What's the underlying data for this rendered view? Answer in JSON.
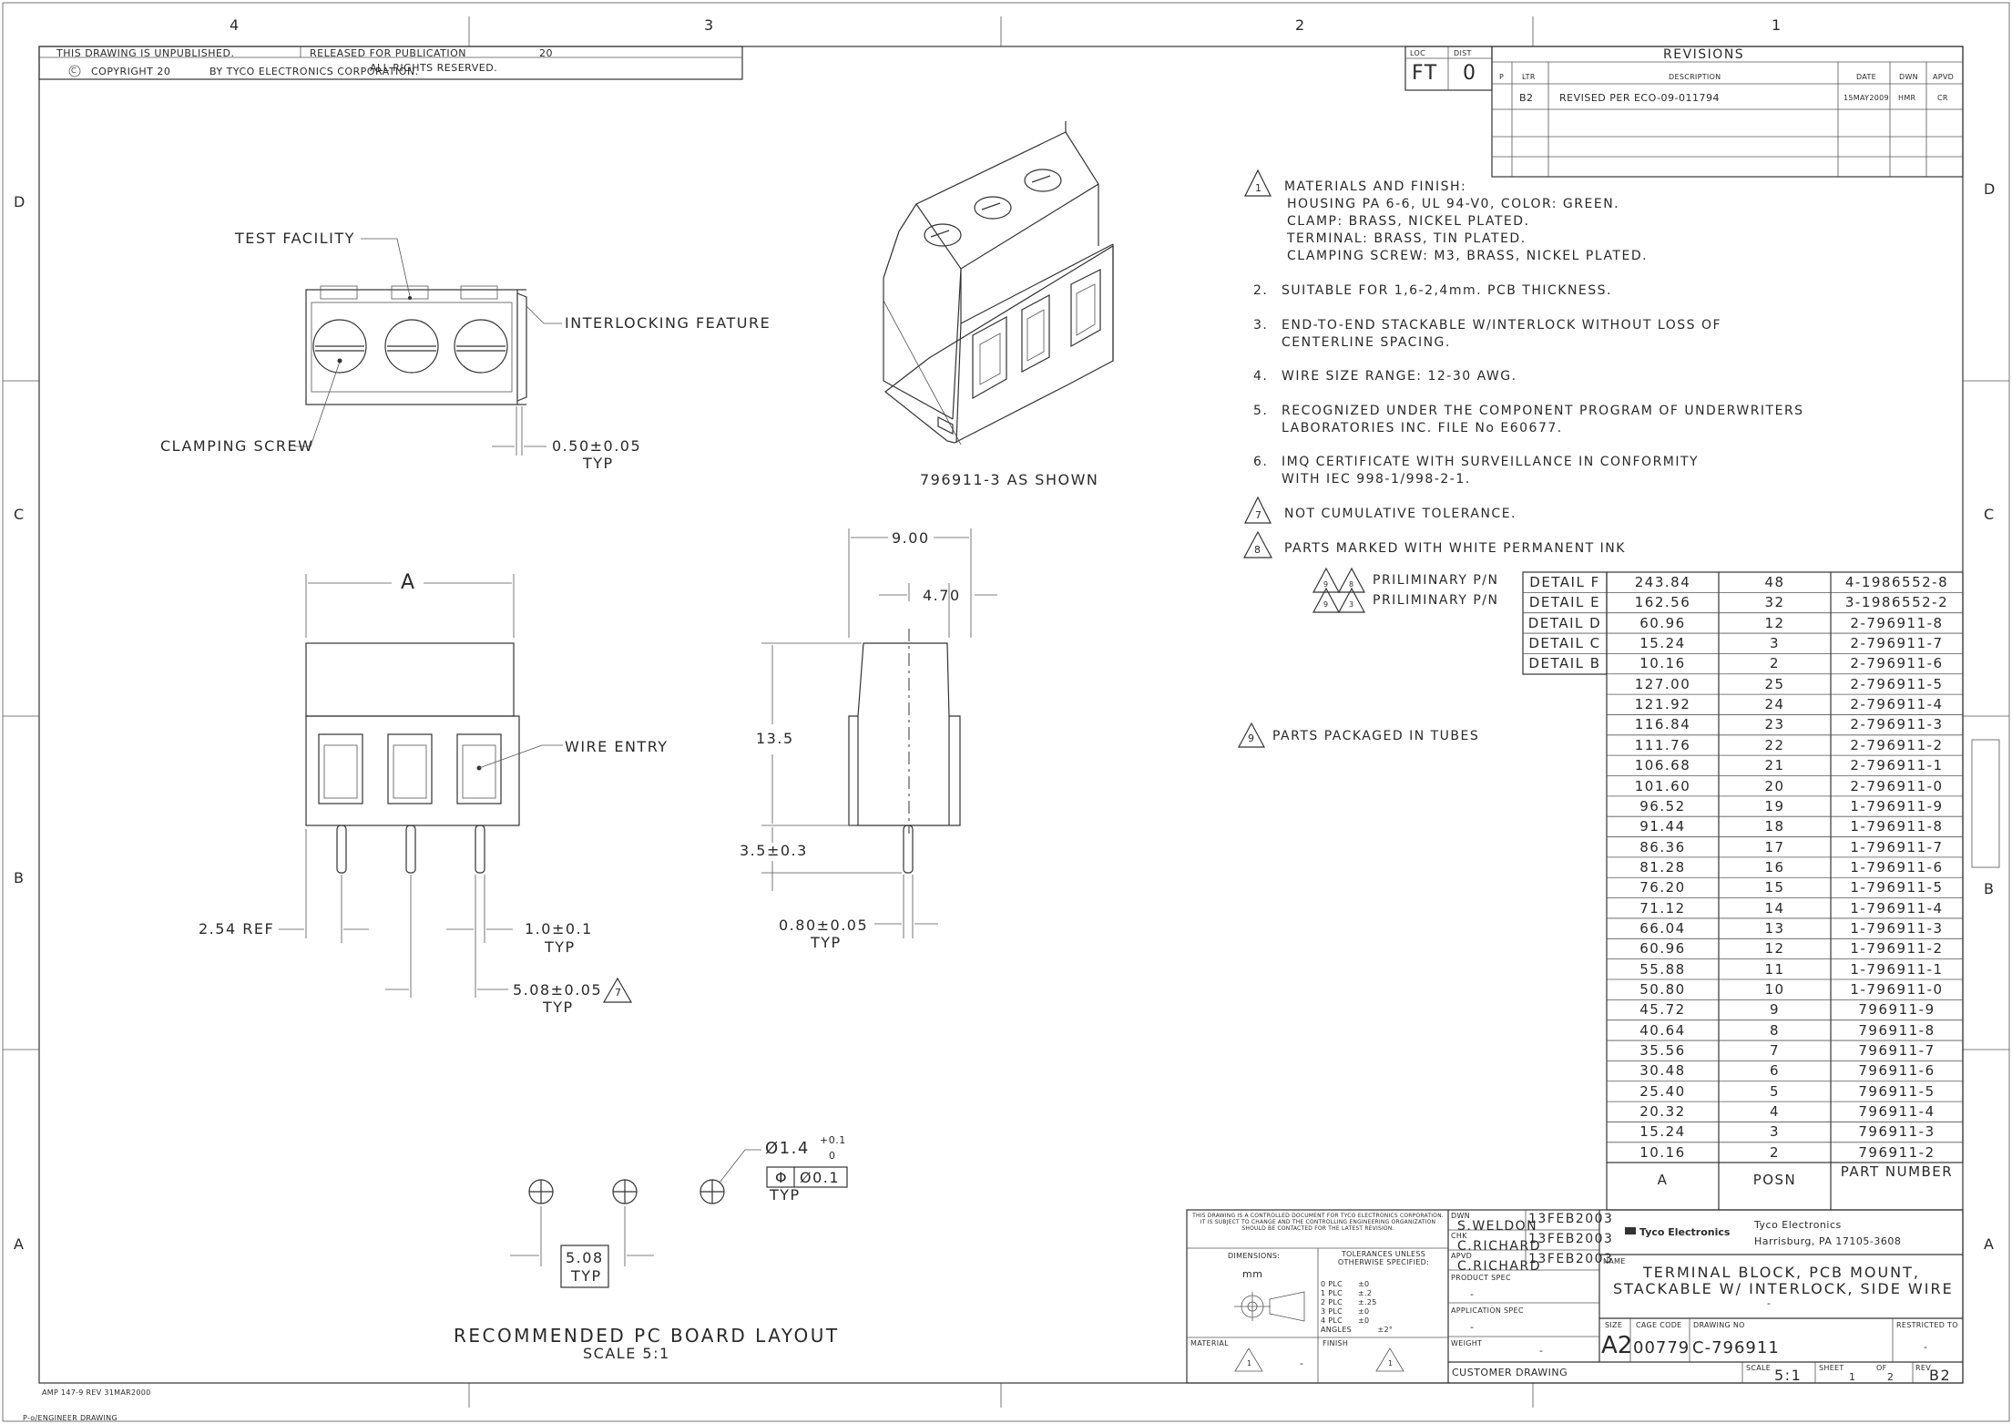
{
  "border": {
    "top_zones": [
      "4",
      "3",
      "2",
      "1"
    ],
    "side_zones": [
      "D",
      "C",
      "B",
      "A"
    ]
  },
  "header": {
    "unpublished": "THIS DRAWING IS UNPUBLISHED.",
    "released": "RELEASED FOR PUBLICATION",
    "year_prefix": "20",
    "copyright": "COPYRIGHT 20",
    "by": "BY TYCO ELECTRONICS CORPORATION.",
    "rights": "ALL RIGHTS RESERVED."
  },
  "loc_dist": {
    "loc_label": "LOC",
    "loc": "FT",
    "dist_label": "DIST",
    "dist": "0"
  },
  "revisions": {
    "title": "REVISIONS",
    "headers": [
      "P",
      "LTR",
      "DESCRIPTION",
      "DATE",
      "DWN",
      "APVD"
    ],
    "rows": [
      {
        "p": "",
        "ltr": "B2",
        "desc": "REVISED PER ECO-09-011794",
        "date": "15MAY2009",
        "dwn": "HMR",
        "apvd": "CR"
      }
    ]
  },
  "views": {
    "test_facility": "TEST FACILITY",
    "interlocking": "INTERLOCKING FEATURE",
    "clamping_screw": "CLAMPING SCREW",
    "dim_050": "0.50±0.05",
    "typ": "TYP",
    "as_shown": "796911-3  AS SHOWN",
    "dim_a": "A",
    "wire_entry": "WIRE ENTRY",
    "dim_900": "9.00",
    "dim_470": "4.70",
    "dim_135": "13.5",
    "dim_35": "3.5±0.3",
    "dim_254": "2.54 REF",
    "dim_10": "1.0±0.1",
    "dim_508": "5.08±0.05",
    "note_ref_7": "7",
    "dim_080": "0.80±0.05",
    "hole_dia": "Ø1.4",
    "hole_tol_plus": "+0.1",
    "hole_tol_zero": "0",
    "pos_sym": "Φ",
    "pos_tol": "Ø0.1",
    "pitch": "5.08",
    "layout_title": "RECOMMENDED PC BOARD LAYOUT",
    "layout_scale": "SCALE 5:1"
  },
  "notes": [
    {
      "num": "1",
      "flag": true,
      "lines": [
        "MATERIALS AND FINISH:",
        "HOUSING  PA 6-6, UL 94-V0, COLOR: GREEN.",
        "CLAMP: BRASS, NICKEL PLATED.",
        "TERMINAL: BRASS, TIN PLATED.",
        "CLAMPING SCREW: M3, BRASS, NICKEL PLATED."
      ]
    },
    {
      "num": "2.",
      "flag": false,
      "lines": [
        "SUITABLE FOR 1,6-2,4mm. PCB THICKNESS."
      ]
    },
    {
      "num": "3.",
      "flag": false,
      "lines": [
        "END-TO-END STACKABLE W/INTERLOCK WITHOUT LOSS OF",
        "CENTERLINE SPACING."
      ]
    },
    {
      "num": "4.",
      "flag": false,
      "lines": [
        "WIRE SIZE RANGE: 12-30 AWG."
      ]
    },
    {
      "num": "5.",
      "flag": false,
      "lines": [
        "RECOGNIZED UNDER THE COMPONENT PROGRAM OF UNDERWRITERS",
        "LABORATORIES INC. FILE No E60677."
      ]
    },
    {
      "num": "6.",
      "flag": false,
      "lines": [
        "IMQ CERTIFICATE WITH SURVEILLANCE IN CONFORMITY",
        "WITH IEC 998-1/998-2-1."
      ]
    },
    {
      "num": "7",
      "flag": true,
      "lines": [
        "NOT CUMULATIVE TOLERANCE."
      ]
    },
    {
      "num": "8",
      "flag": true,
      "lines": [
        "PARTS MARKED WITH WHITE PERMANENT INK"
      ]
    },
    {
      "num": "9",
      "flag": true,
      "lines": [
        "PARTS PACKAGED IN TUBES"
      ]
    }
  ],
  "preliminary": {
    "label": "PRILIMINARY P/N",
    "flags_row1": [
      "9",
      "8"
    ],
    "flags_row2": [
      "9",
      "3"
    ]
  },
  "details": [
    "DETAIL F",
    "DETAIL E",
    "DETAIL D",
    "DETAIL C",
    "DETAIL B"
  ],
  "parts_table": {
    "headers": [
      "A",
      "POSN",
      "PART NUMBER"
    ],
    "rows": [
      [
        "243.84",
        "48",
        "4-1986552-8"
      ],
      [
        "162.56",
        "32",
        "3-1986552-2"
      ],
      [
        "60.96",
        "12",
        "2-796911-8"
      ],
      [
        "15.24",
        "3",
        "2-796911-7"
      ],
      [
        "10.16",
        "2",
        "2-796911-6"
      ],
      [
        "127.00",
        "25",
        "2-796911-5"
      ],
      [
        "121.92",
        "24",
        "2-796911-4"
      ],
      [
        "116.84",
        "23",
        "2-796911-3"
      ],
      [
        "111.76",
        "22",
        "2-796911-2"
      ],
      [
        "106.68",
        "21",
        "2-796911-1"
      ],
      [
        "101.60",
        "20",
        "2-796911-0"
      ],
      [
        "96.52",
        "19",
        "1-796911-9"
      ],
      [
        "91.44",
        "18",
        "1-796911-8"
      ],
      [
        "86.36",
        "17",
        "1-796911-7"
      ],
      [
        "81.28",
        "16",
        "1-796911-6"
      ],
      [
        "76.20",
        "15",
        "1-796911-5"
      ],
      [
        "71.12",
        "14",
        "1-796911-4"
      ],
      [
        "66.04",
        "13",
        "1-796911-3"
      ],
      [
        "60.96",
        "12",
        "1-796911-2"
      ],
      [
        "55.88",
        "11",
        "1-796911-1"
      ],
      [
        "50.80",
        "10",
        "1-796911-0"
      ],
      [
        "45.72",
        "9",
        "796911-9"
      ],
      [
        "40.64",
        "8",
        "796911-8"
      ],
      [
        "35.56",
        "7",
        "796911-7"
      ],
      [
        "30.48",
        "6",
        "796911-6"
      ],
      [
        "25.40",
        "5",
        "796911-5"
      ],
      [
        "20.32",
        "4",
        "796911-4"
      ],
      [
        "15.24",
        "3",
        "796911-3"
      ],
      [
        "10.16",
        "2",
        "796911-2"
      ]
    ]
  },
  "title_block": {
    "controlled": "THIS DRAWING IS A CONTROLLED DOCUMENT FOR TYCO ELECTRONICS CORPORATION. IT IS SUBJECT TO CHANGE AND THE CONTROLLING ENGINEERING ORGANIZATION SHOULD BE CONTACTED FOR THE LATEST REVISION.",
    "dimensions_label": "DIMENSIONS:",
    "dimensions": "mm",
    "tol_label": "TOLERANCES UNLESS OTHERWISE SPECIFIED:",
    "tols": [
      "0 PLC      ±0",
      "1 PLC      ±.2",
      "2 PLC      ±.25",
      "3 PLC      ±0",
      "4 PLC      ±0",
      "ANGLES          ±2°"
    ],
    "material_label": "MATERIAL",
    "finish_label": "FINISH",
    "material_ref": "1",
    "finish_ref": "1",
    "dash": "-",
    "dwn_label": "DWN",
    "dwn": "S.WELDON",
    "dwn_date": "13FEB2003",
    "chk_label": "CHK",
    "chk": "C.RICHARD",
    "chk_date": "13FEB2003",
    "apvd_label": "APVD",
    "apvd": "C.RICHARD",
    "apvd_date": "13FEB2003",
    "product_spec_label": "PRODUCT SPEC",
    "app_spec_label": "APPLICATION SPEC",
    "weight_label": "WEIGHT",
    "logo": "Tyco Electronics",
    "company": "Tyco Electronics",
    "address": "Harrisburg, PA 17105-3608",
    "name_label": "NAME",
    "name_line1": "TERMINAL BLOCK, PCB MOUNT,",
    "name_line2": "STACKABLE W/ INTERLOCK, SIDE WIRE",
    "size_label": "SIZE",
    "size": "A2",
    "cage_label": "CAGE CODE",
    "cage": "00779",
    "dwgno_label": "DRAWING NO",
    "dwgno": "C-796911",
    "restricted_label": "RESTRICTED TO",
    "customer": "CUSTOMER DRAWING",
    "scale_label": "SCALE",
    "scale": "5:1",
    "sheet_label": "SHEET",
    "sheet": "1",
    "of_label": "OF",
    "sheets": "2",
    "rev_label": "REV",
    "rev": "B2"
  },
  "footer": {
    "form": "AMP 147-9 REV 31MAR2000",
    "system": "P-o/ENGINEER DRAWING"
  }
}
